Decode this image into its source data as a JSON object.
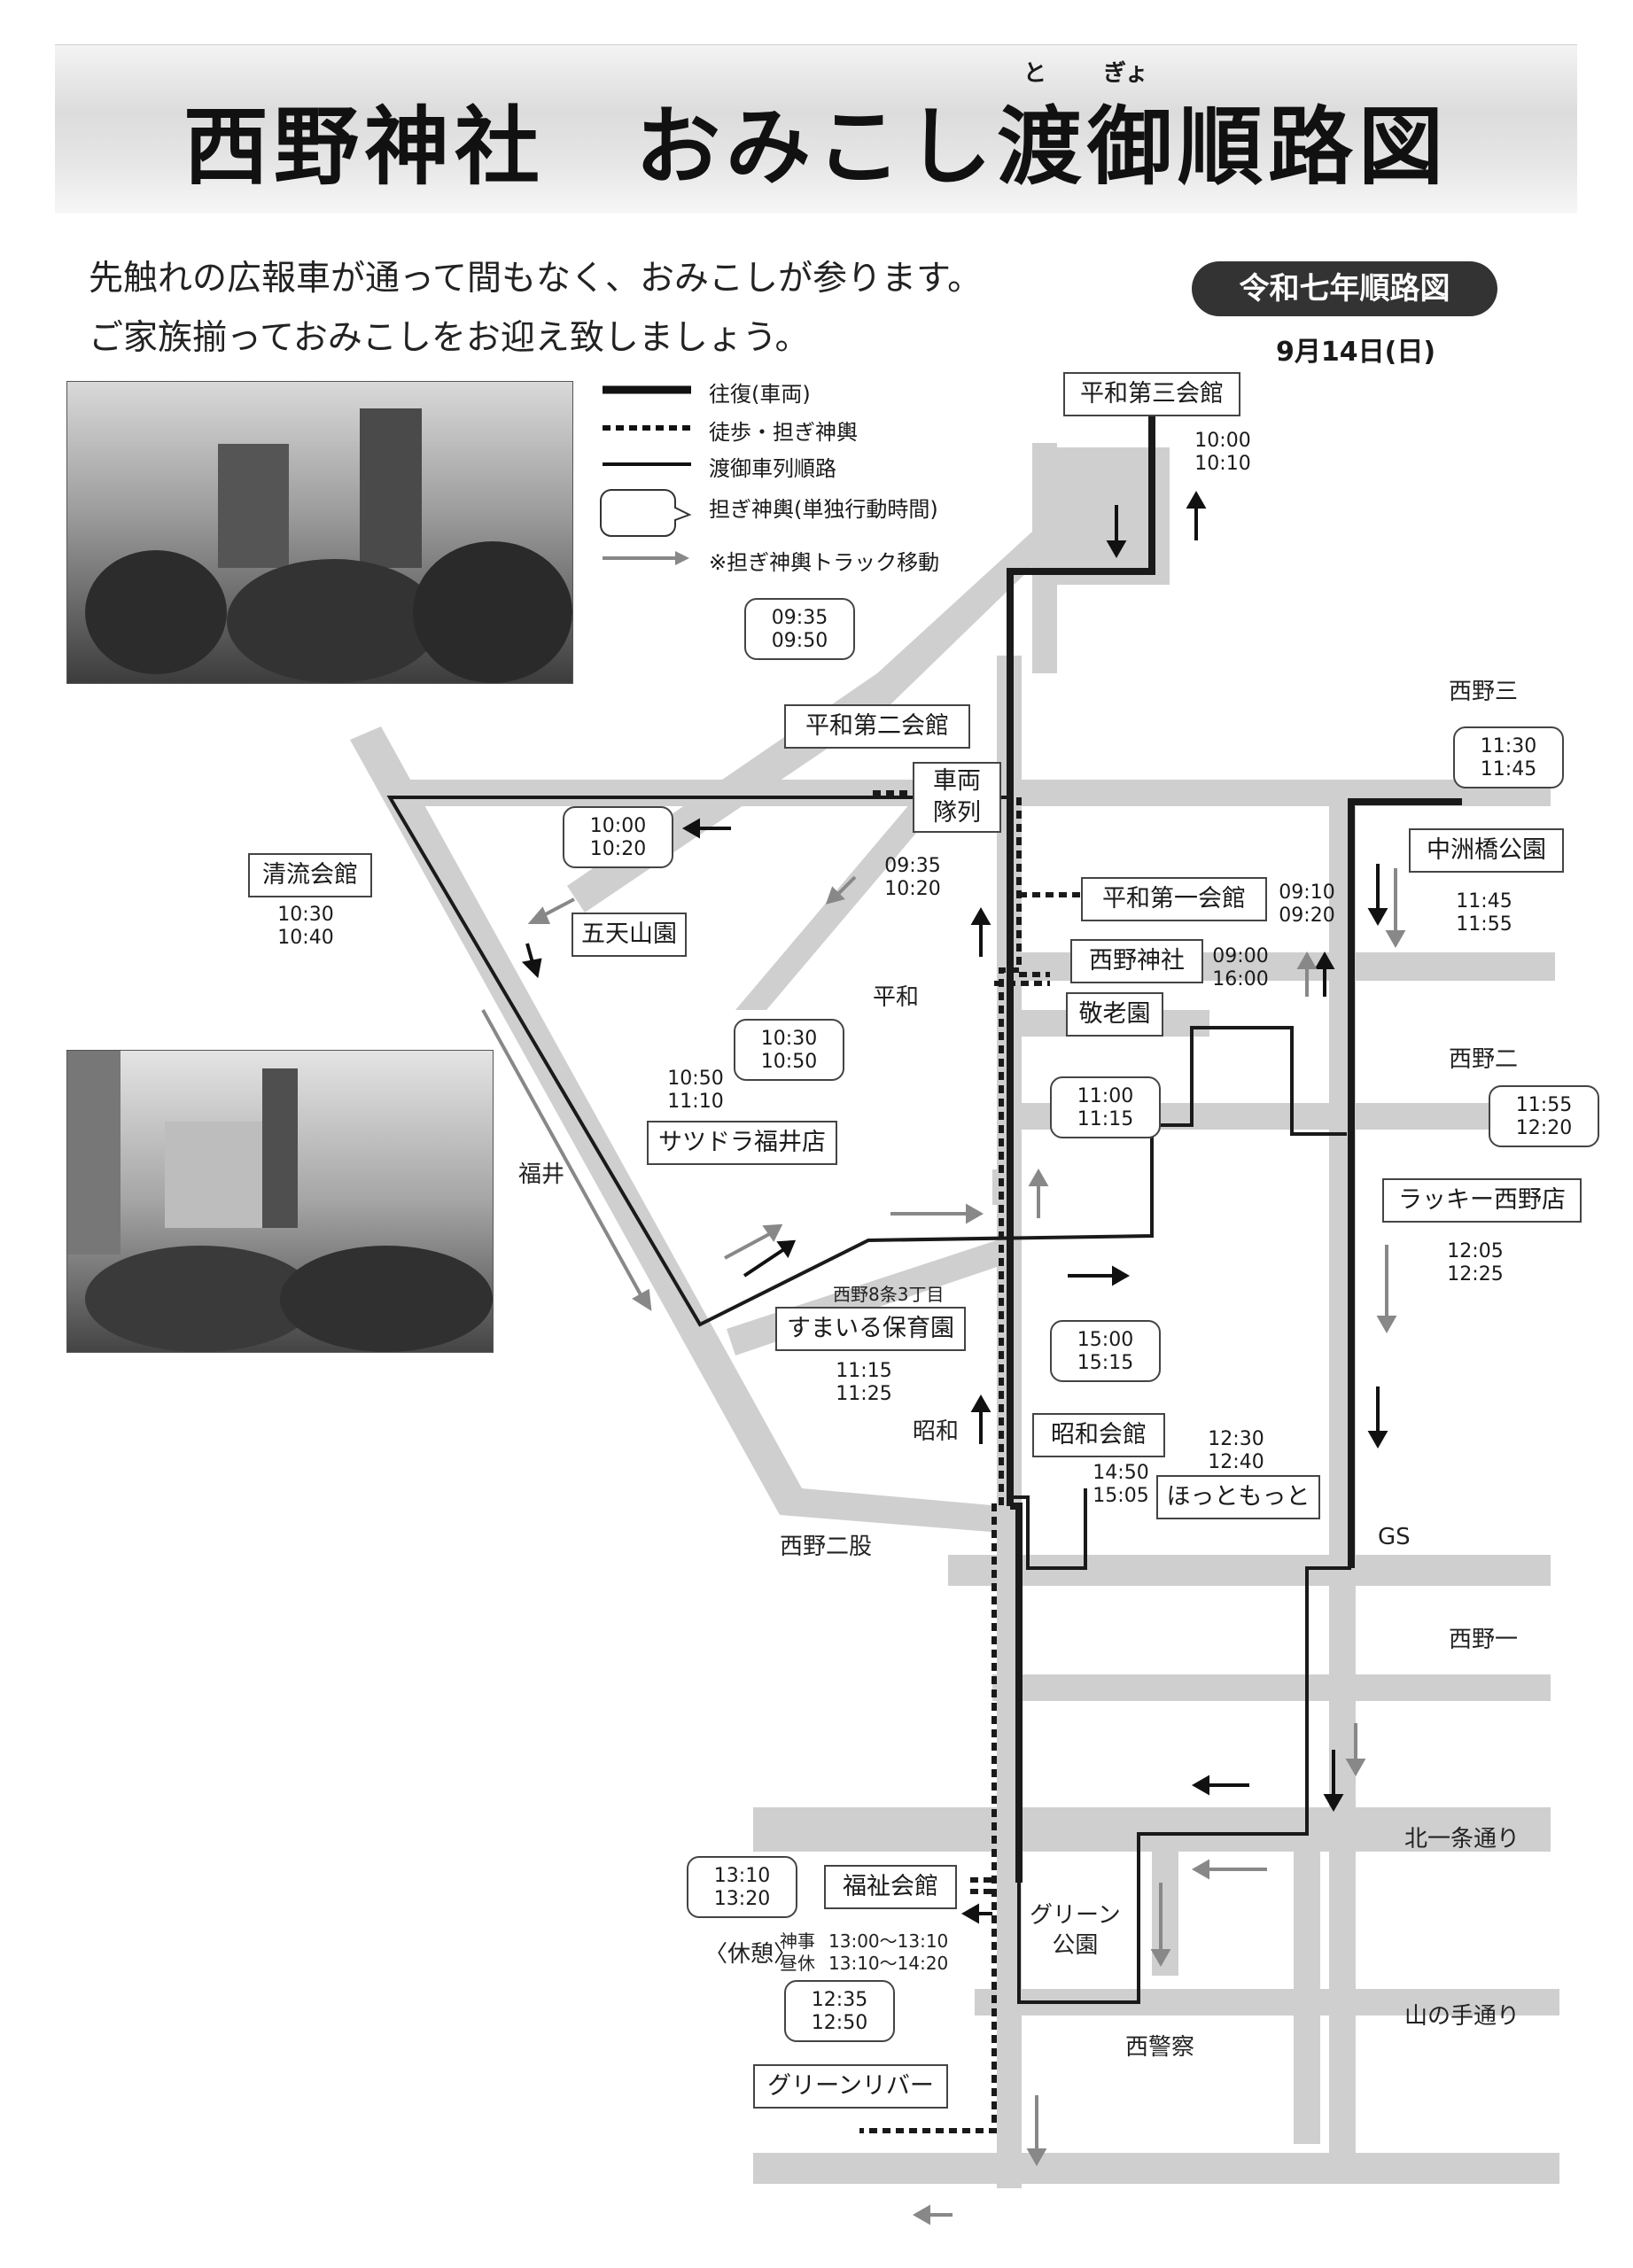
{
  "title": "西野神社　おみこし渡御順路図",
  "title_ruby": [
    "と",
    "ぎょ"
  ],
  "intro": [
    "先触れの広報車が通って間もなく、おみこしが参ります。",
    "ご家族揃っておみこしをお迎え致しましょう。"
  ],
  "badge": "令和七年順路図",
  "date": "9月14日(日)",
  "legend": [
    {
      "label": "往復(車両)",
      "style": "thick"
    },
    {
      "label": "徒歩・担ぎ神輿",
      "style": "dashed"
    },
    {
      "label": "渡御車列順路",
      "style": "thin"
    },
    {
      "label": "担ぎ神輿(単独行動時間)",
      "style": "bubble"
    },
    {
      "label": "※担ぎ神輿トラック移動",
      "style": "gray-arrow"
    }
  ],
  "stops": {
    "heiwa3": {
      "name": "平和第三会館",
      "time": "10:00\n10:10"
    },
    "heiwa2": {
      "name": "平和第二会館",
      "bubble": "09:35\n09:50"
    },
    "sharyo": {
      "name": "車両\n隊列",
      "time": "09:35\n10:20"
    },
    "heiwa1": {
      "name": "平和第一会館",
      "time": "09:10\n09:20"
    },
    "jinja": {
      "name": "西野神社",
      "time": "09:00\n16:00"
    },
    "keirou": {
      "name": "敬老園",
      "bubble": "11:00\n11:15"
    },
    "gotenzan": {
      "name": "五天山園",
      "bubble": "10:00\n10:20"
    },
    "seiryu": {
      "name": "清流会館",
      "time": "10:30\n10:40"
    },
    "satsudora": {
      "name": "サツドラ福井店",
      "bubble": "10:30\n10:50",
      "time": "10:50\n11:10"
    },
    "nakasu": {
      "name": "中洲橋公園",
      "bubble": "11:30\n11:45",
      "time": "11:45\n11:55"
    },
    "lucky": {
      "name": "ラッキー西野店",
      "bubble": "11:55\n12:20",
      "time": "12:05\n12:25"
    },
    "smile": {
      "name": "すまいる保育園",
      "note": "西野8条3丁目",
      "time": "11:15\n11:25"
    },
    "showa": {
      "name": "昭和会館",
      "bubble": "15:00\n15:15",
      "time": "14:50\n15:05"
    },
    "hotto": {
      "name": "ほっともっと",
      "time": "12:30\n12:40"
    },
    "fukushi": {
      "name": "福祉会館",
      "bubble": "13:10\n13:20"
    },
    "green": {
      "name": "グリーンリバー",
      "bubble": "12:35\n12:50"
    }
  },
  "rest": {
    "label": "〈休憩〉",
    "rows": [
      [
        "神事",
        "13:00〜13:10"
      ],
      [
        "昼休",
        "13:10〜14:20"
      ]
    ]
  },
  "places": {
    "heiwa": "平和",
    "fukui": "福井",
    "showa": "昭和",
    "futamata": "西野二股",
    "nishino3": "西野三",
    "nishino2": "西野二",
    "nishino1": "西野一",
    "gs": "GS",
    "kita1": "北一条通り",
    "yamanote": "山の手通り",
    "keisatsu": "西警察",
    "green_park": "グリーン\n公園"
  }
}
